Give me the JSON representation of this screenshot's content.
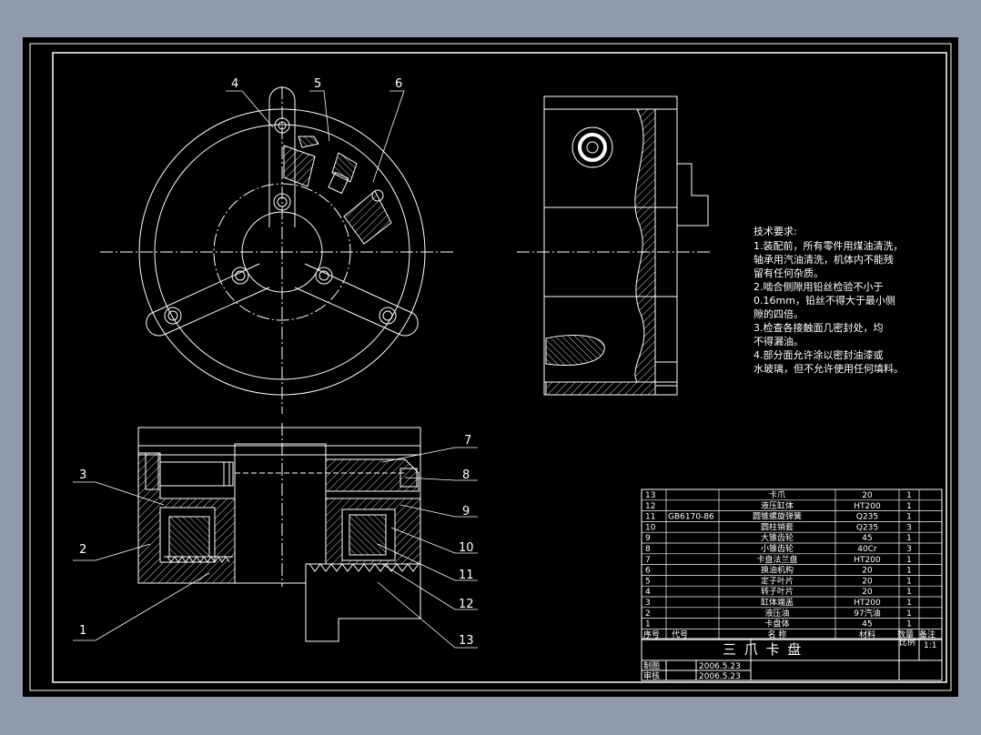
{
  "background_color": "#8f9aab",
  "sheet_color": "#000000",
  "line_color": "#ffffff",
  "callouts": {
    "c1": "1",
    "c2": "2",
    "c3": "3",
    "c4": "4",
    "c5": "5",
    "c6": "6",
    "c7": "7",
    "c8": "8",
    "c9": "9",
    "c10": "10",
    "c11": "11",
    "c12": "12",
    "c13": "13"
  },
  "requirements": {
    "title": "技术要求:",
    "lines": [
      "1.装配前，所有零件用煤油清洗，",
      "轴承用汽油清洗，机体内不能残",
      "留有任何杂质。",
      "2.啮合侧隙用铅丝检验不小于",
      "0.16mm，铅丝不得大于最小侧",
      "隙的四倍。",
      "3.检查各接触面几密封处，均",
      "不得漏油。",
      "4.部分面允许涂以密封油漆或",
      "水玻璃，但不允许使用任何填料。"
    ]
  },
  "parts_table": {
    "rows": [
      {
        "no": "13",
        "code": "",
        "name": "卡爪",
        "qty": "20",
        "material": "",
        "count": "1"
      },
      {
        "no": "12",
        "code": "",
        "name": "液压缸体",
        "qty": "HT200",
        "material": "",
        "count": "1"
      },
      {
        "no": "11",
        "code": "GB6170-86",
        "name": "圆锥螺旋弹簧",
        "qty": "Q235",
        "material": "",
        "count": "1"
      },
      {
        "no": "10",
        "code": "",
        "name": "圆柱销套",
        "qty": "Q235",
        "material": "",
        "count": "3"
      },
      {
        "no": "9",
        "code": "",
        "name": "大锥齿轮",
        "qty": "45",
        "material": "",
        "count": "1"
      },
      {
        "no": "8",
        "code": "",
        "name": "小锥齿轮",
        "qty": "40Cr",
        "material": "",
        "count": "3"
      },
      {
        "no": "7",
        "code": "",
        "name": "卡盘法兰盘",
        "qty": "HT200",
        "material": "",
        "count": "1"
      },
      {
        "no": "6",
        "code": "",
        "name": "换油机构",
        "qty": "20",
        "material": "",
        "count": "1"
      },
      {
        "no": "5",
        "code": "",
        "name": "定子叶片",
        "qty": "20",
        "material": "",
        "count": "1"
      },
      {
        "no": "4",
        "code": "",
        "name": "转子叶片",
        "qty": "20",
        "material": "",
        "count": "1"
      },
      {
        "no": "3",
        "code": "",
        "name": "缸体端盖",
        "qty": "HT200",
        "material": "",
        "count": "1"
      },
      {
        "no": "2",
        "code": "",
        "name": "液压油",
        "qty": "97汽油",
        "material": "",
        "count": "1"
      },
      {
        "no": "1",
        "code": "",
        "name": "卡盘体",
        "qty": "45",
        "material": "",
        "count": "1"
      }
    ],
    "header": {
      "no": "序号",
      "code": "代号",
      "name": "名    称",
      "material": "材料",
      "qty": "数量",
      "note": "备注"
    }
  },
  "title_block": {
    "title": "三 爪 卡 盘",
    "scale_label": "比例",
    "scale_value": "1:1",
    "drawn_label": "制图",
    "drawn_date": "2006.5.23",
    "checked_label": "审核",
    "checked_date": "2006.5.23"
  }
}
